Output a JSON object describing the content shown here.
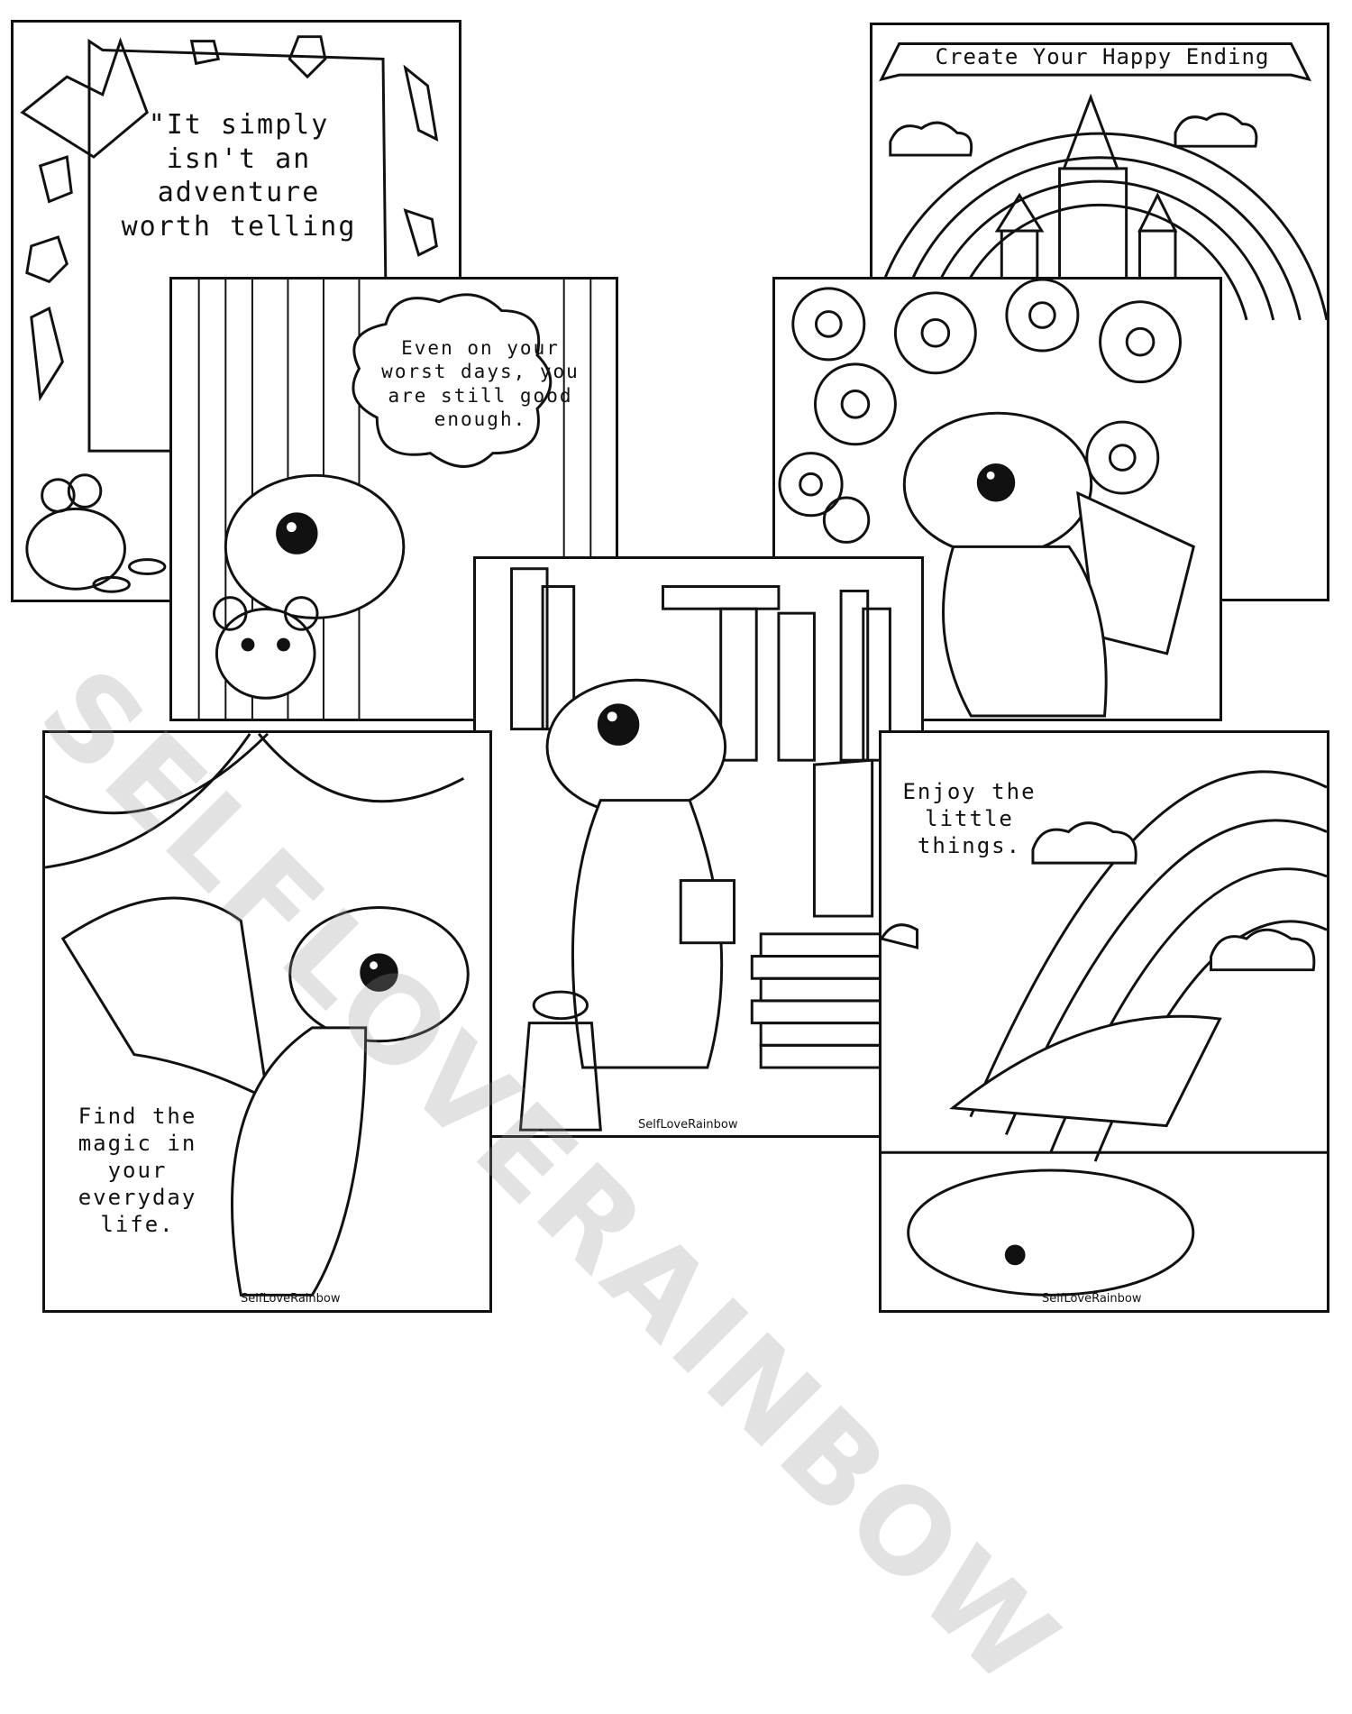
{
  "pages": {
    "adventure": {
      "quote": "\"It simply isn't an adventure worth telling"
    },
    "happy_ending": {
      "banner": "Create Your Happy Ending"
    },
    "worst_days": {
      "quote": "Even on your worst days, you are still good enough."
    },
    "flowers": {},
    "books": {
      "brand": "SelfLoveRainbow"
    },
    "magic": {
      "quote": "Find the magic in your everyday life.",
      "brand": "SelfLoveRainbow"
    },
    "little_things": {
      "quote": "Enjoy the little things.",
      "brand": "SelfLoveRainbow"
    }
  },
  "watermark": "SELFLOVERAINBOW"
}
